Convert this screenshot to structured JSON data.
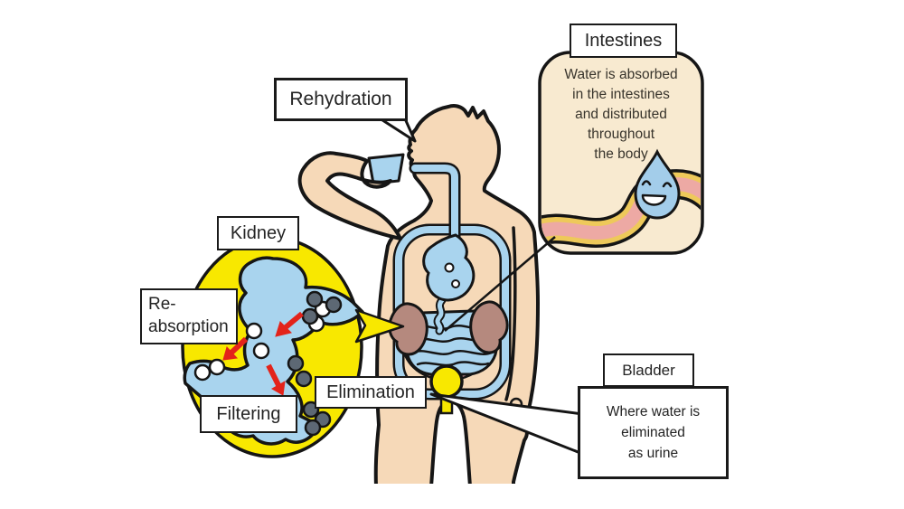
{
  "labels": {
    "rehydration": "Rehydration",
    "kidney": "Kidney",
    "reabsorption": "Re-absorption",
    "filtering": "Filtering",
    "elimination": "Elimination",
    "intestines": "Intestines",
    "bladder": "Bladder"
  },
  "notes": {
    "intestines": "Water is absorbed\nin the intestines\nand distributed\nthroughout\nthe body",
    "bladder": "Where water is\neliminated\nas urine"
  },
  "colors": {
    "skin": "#f6d9b8",
    "water_blue": "#a9d4ee",
    "highlight_yellow": "#f8e800",
    "organ_mauve": "#b5897e",
    "intestine_pink": "#eda9a4",
    "intestine_gold": "#eec95a",
    "bubble_cream": "#f8ead0",
    "arrow_red": "#e3231a",
    "waste_gray": "#5d6874",
    "outline": "#151515"
  },
  "icons": {
    "water_droplet_mascot": "smiling water droplet"
  }
}
